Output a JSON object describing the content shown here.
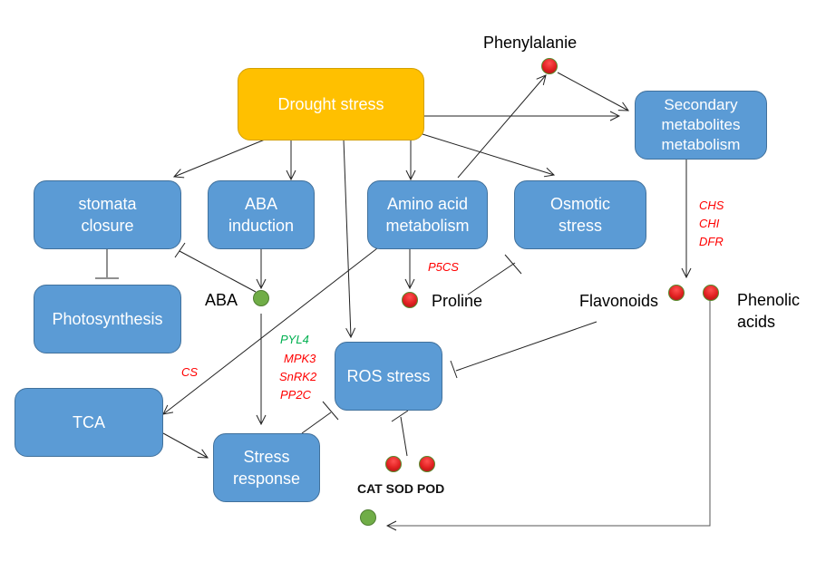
{
  "diagram": {
    "nodes": {
      "drought": "Drought stress",
      "stomata": "stomata\nclosure",
      "aba_induction": "ABA\ninduction",
      "amino": "Amino acid\nmetabolism",
      "osmotic": "Osmotic\nstress",
      "secondary": "Secondary\nmetabolites\nmetabolism",
      "photosynthesis": "Photosynthesis",
      "tca": "TCA",
      "ros": "ROS stress",
      "stress_response": "Stress\nresponse"
    },
    "metabolites": {
      "phenylalanine": "Phenylalanie",
      "aba": "ABA",
      "proline": "Proline",
      "flavonoids": "Flavonoids",
      "phenolic": "Phenolic\nacids",
      "enzymes": "CAT SOD POD"
    },
    "genes": {
      "p5cs": "P5CS",
      "chs": "CHS",
      "chi": "CHI",
      "dfr": "DFR",
      "cs": "CS",
      "pyl4": "PYL4",
      "mpk3": "MPK3",
      "snrk2": "SnRK2",
      "pp2c": "PP2C"
    },
    "colors": {
      "root_node": "#ffc000",
      "process_node": "#5b9bd5",
      "upregulated": "#ff0000",
      "downregulated": "#00b050",
      "up_dot": "#e02020",
      "down_dot": "#70ad47"
    },
    "edges": [
      {
        "from": "Drought stress",
        "to": "stomata closure",
        "type": "activate"
      },
      {
        "from": "Drought stress",
        "to": "ABA induction",
        "type": "activate"
      },
      {
        "from": "Drought stress",
        "to": "ROS stress",
        "type": "activate"
      },
      {
        "from": "Drought stress",
        "to": "Amino acid metabolism",
        "type": "activate"
      },
      {
        "from": "Drought stress",
        "to": "Osmotic stress",
        "type": "activate"
      },
      {
        "from": "Drought stress",
        "to": "Secondary metabolites metabolism",
        "type": "activate"
      },
      {
        "from": "Amino acid metabolism",
        "to": "Phenylalanie",
        "type": "activate"
      },
      {
        "from": "Phenylalanie",
        "to": "Secondary metabolites metabolism",
        "type": "activate"
      },
      {
        "from": "stomata closure",
        "to": "Photosynthesis",
        "type": "inhibit"
      },
      {
        "from": "ABA induction",
        "to": "ABA",
        "type": "activate"
      },
      {
        "from": "ABA",
        "to": "stomata closure",
        "type": "inhibit"
      },
      {
        "from": "Amino acid metabolism",
        "to": "Proline",
        "type": "activate"
      },
      {
        "from": "Proline",
        "to": "Osmotic stress",
        "type": "inhibit"
      },
      {
        "from": "Secondary metabolites metabolism",
        "to": "Flavonoids",
        "type": "activate"
      },
      {
        "from": "Flavonoids",
        "to": "ROS stress",
        "type": "inhibit"
      },
      {
        "from": "Amino acid metabolism",
        "to": "TCA",
        "type": "activate"
      },
      {
        "from": "ABA",
        "to": "Stress response",
        "type": "activate"
      },
      {
        "from": "TCA",
        "to": "Stress response",
        "type": "activate"
      },
      {
        "from": "Stress response",
        "to": "ROS stress",
        "type": "inhibit"
      },
      {
        "from": "CAT SOD POD",
        "to": "ROS stress",
        "type": "inhibit"
      },
      {
        "from": "Phenolic acids",
        "to": "CAT SOD POD (green)",
        "type": "activate"
      }
    ]
  }
}
